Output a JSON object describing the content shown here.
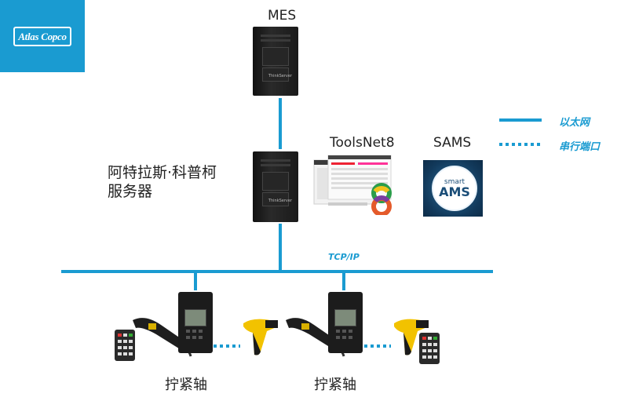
{
  "brand": {
    "logo_text": "Atlas Copco"
  },
  "nodes": {
    "mes": "MES",
    "server": "阿特拉斯·科普柯\n服务器",
    "server_line1": "阿特拉斯·科普柯",
    "server_line2": "服务器",
    "toolsnet": "ToolsNet8",
    "sams": "SAMS",
    "sams_logo_small": "smart",
    "sams_logo_big": "AMS",
    "tool_left": "拧紧轴",
    "tool_right": "拧紧轴"
  },
  "network": {
    "protocol": "TCP/IP"
  },
  "legend": [
    {
      "label": "以太网",
      "style": "solid"
    },
    {
      "label": "串行端口",
      "style": "dotted"
    }
  ],
  "colors": {
    "accent": "#1a9bd1",
    "line": "#1a9bd1"
  }
}
